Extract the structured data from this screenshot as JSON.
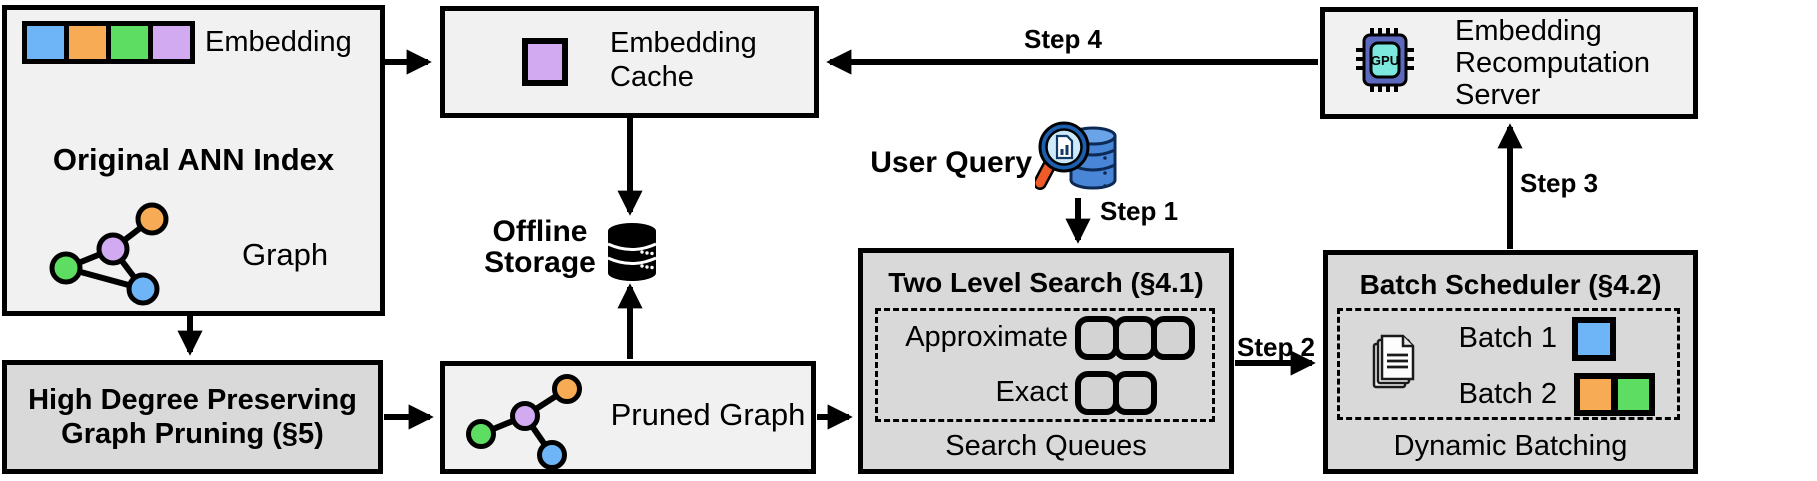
{
  "diagram": {
    "original_ann_index": {
      "embedding_label": "Embedding",
      "title": "Original ANN Index",
      "graph_label": "Graph"
    },
    "embedding_cache": {
      "line1": "Embedding",
      "line2": "Cache"
    },
    "offline_storage": {
      "line1": "Offline",
      "line2": "Storage"
    },
    "high_degree_pruning": {
      "line1": "High Degree Preserving",
      "line2": "Graph Pruning (§5)"
    },
    "pruned_graph": {
      "label": "Pruned Graph"
    },
    "user_query": {
      "label": "User Query"
    },
    "two_level_search": {
      "title": "Two Level Search (§4.1)",
      "approximate_label": "Approximate",
      "exact_label": "Exact",
      "footer": "Search Queues"
    },
    "batch_scheduler": {
      "title": "Batch Scheduler (§4.2)",
      "batch1_label": "Batch 1",
      "batch2_label": "Batch 2",
      "footer": "Dynamic Batching"
    },
    "recomputation_server": {
      "line1": "Embedding",
      "line2": "Recomputation",
      "line3": "Server",
      "gpu_label": "GPU"
    },
    "steps": {
      "step1": "Step 1",
      "step2": "Step 2",
      "step3": "Step 3",
      "step4": "Step 4"
    }
  },
  "colors": {
    "node_blue": "#6eb5f7",
    "node_orange": "#f7ab55",
    "node_green": "#5edd63",
    "node_purple": "#d2aaf2",
    "box_light": "#f1f1f1",
    "box_dark": "#d9d9d9",
    "queue_square": "#d3d3d3",
    "gpu_chip": "#5b6abf",
    "gpu_core": "#7de9de",
    "query_db_blue": "#4a86d8",
    "magnifier_rim": "#1d5fae",
    "magnifier_lens": "#cde9fa",
    "magnifier_handle": "#f05a28"
  }
}
